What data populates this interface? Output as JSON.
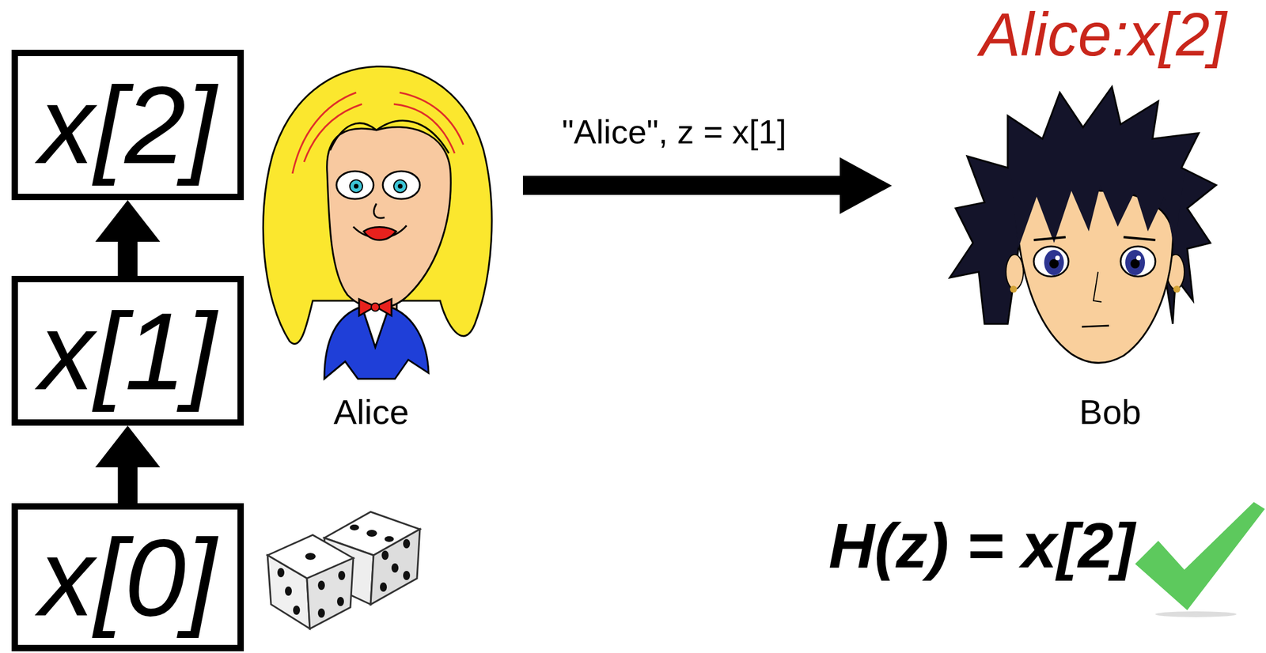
{
  "diagram": {
    "nodes": [
      {
        "text": [
          "x[2]"
        ]
      },
      {
        "text": [
          "x[1]"
        ]
      },
      {
        "text": [
          "x[0]"
        ]
      }
    ],
    "edges": [
      {
        "from": 2,
        "to": 1,
        "arrow": "to"
      },
      {
        "from": 1,
        "to": 0,
        "arrow": "to"
      }
    ],
    "labels": [
      "Alice:x[2]",
      "\"Alice\", z = x[1]",
      "Alice",
      "Bob",
      "H(z) = x[2]"
    ]
  }
}
